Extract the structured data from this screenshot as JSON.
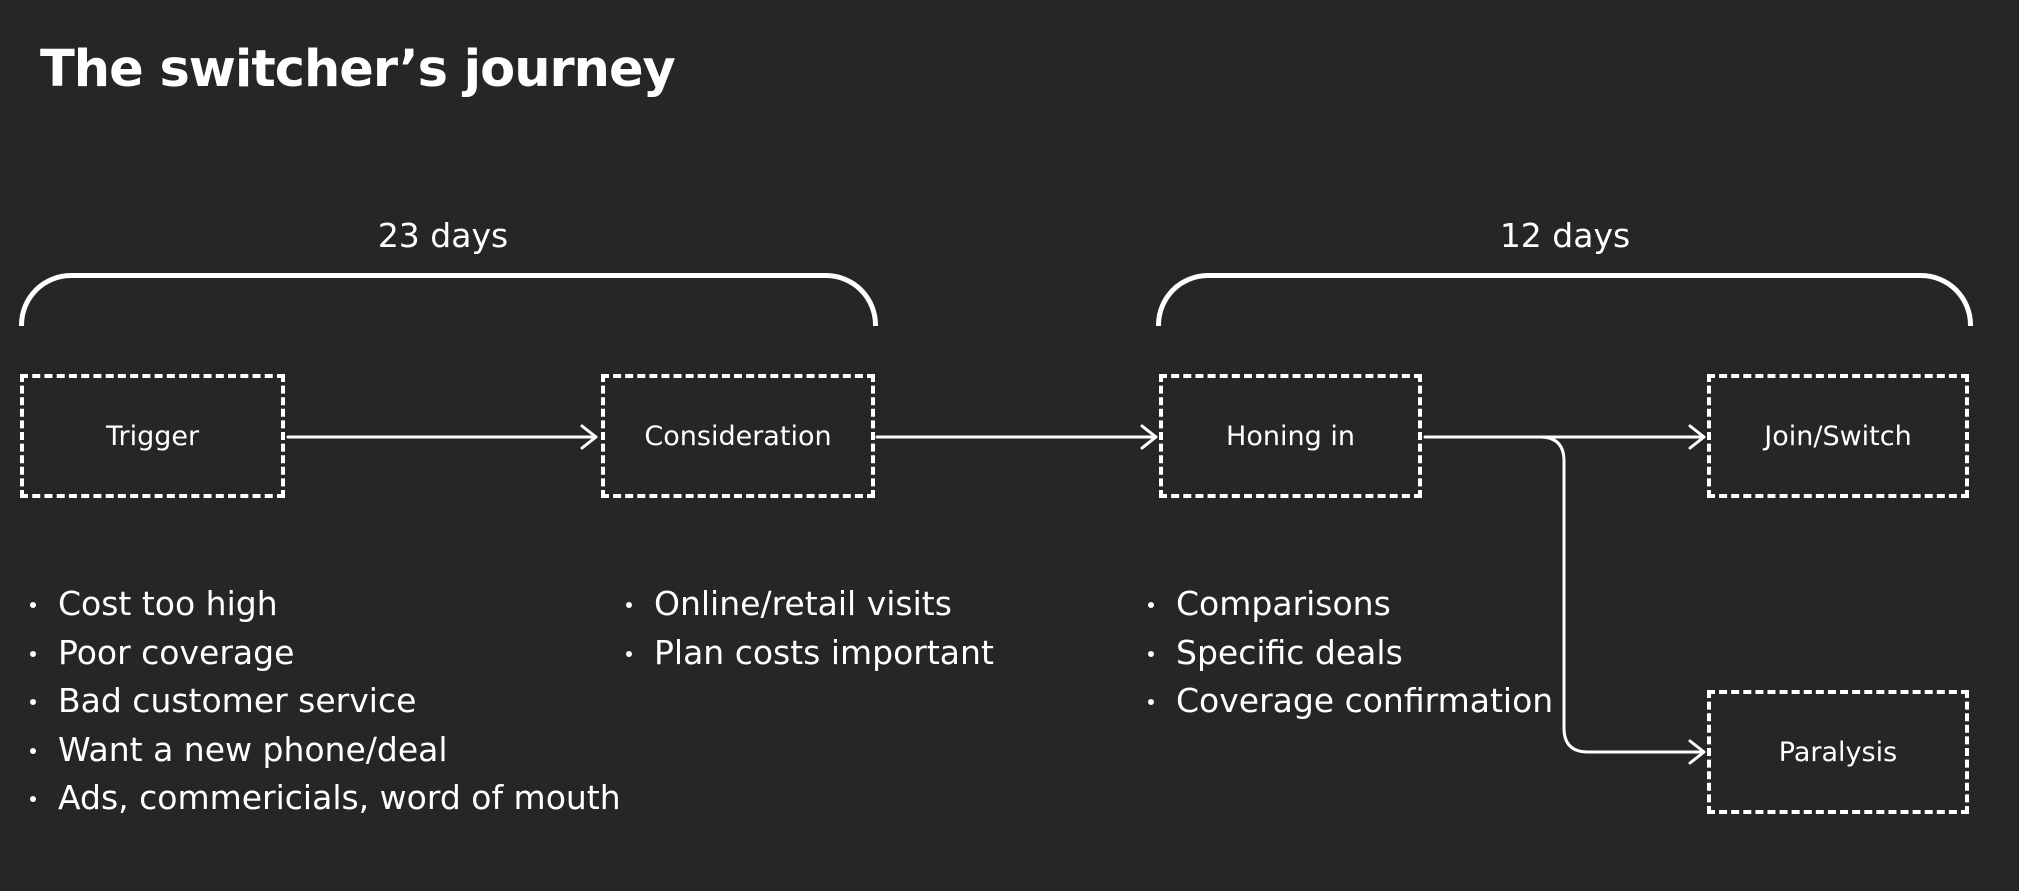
{
  "title": "The switcher’s journey",
  "phases": [
    {
      "duration": "23 days"
    },
    {
      "duration": "12 days"
    }
  ],
  "stages": [
    {
      "label": "Trigger"
    },
    {
      "label": "Consideration"
    },
    {
      "label": "Honing in"
    },
    {
      "label": "Join/Switch"
    },
    {
      "label": "Paralysis"
    }
  ],
  "notes": {
    "trigger": [
      "Cost too high",
      "Poor coverage",
      "Bad customer service",
      "Want a new phone/deal",
      "Ads, commericials, word of mouth"
    ],
    "consideration": [
      "Online/retail visits",
      "Plan costs important"
    ],
    "honing_in": [
      "Comparisons",
      "Specific deals",
      "Coverage confirmation"
    ]
  },
  "colors": {
    "background": "#262626",
    "foreground": "#ffffff"
  }
}
